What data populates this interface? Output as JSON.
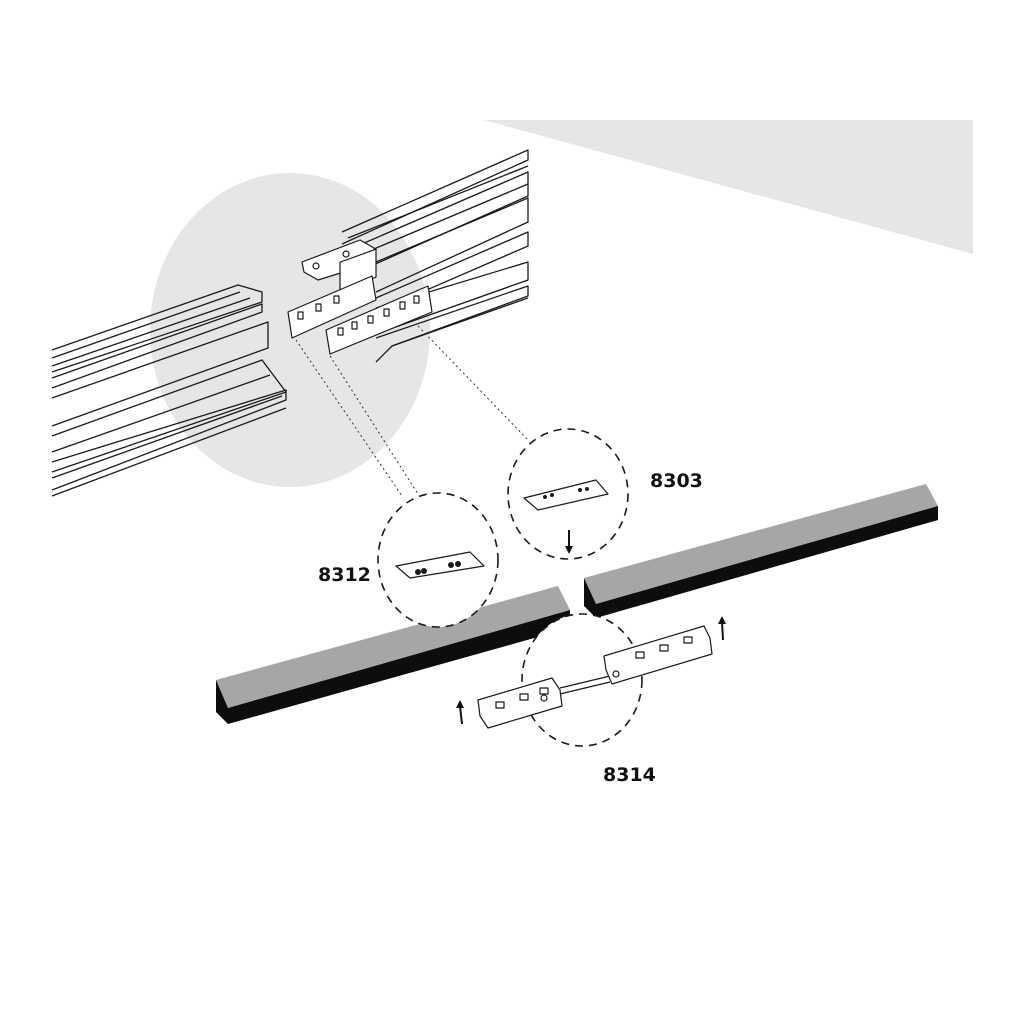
{
  "labels": {
    "connector_plate": "8303",
    "joint_plate": "8312",
    "electrical_connector": "8314"
  },
  "colors": {
    "background": "#ffffff",
    "highlight_grey": "#e6e6e6",
    "profile_grey": "#a6a6a6",
    "profile_dark": "#0d0d0d",
    "line": "#1a1a1a"
  },
  "icons": {
    "insert_arrow": "arrow-down-icon",
    "connect_arrow": "arrow-up-icon"
  }
}
